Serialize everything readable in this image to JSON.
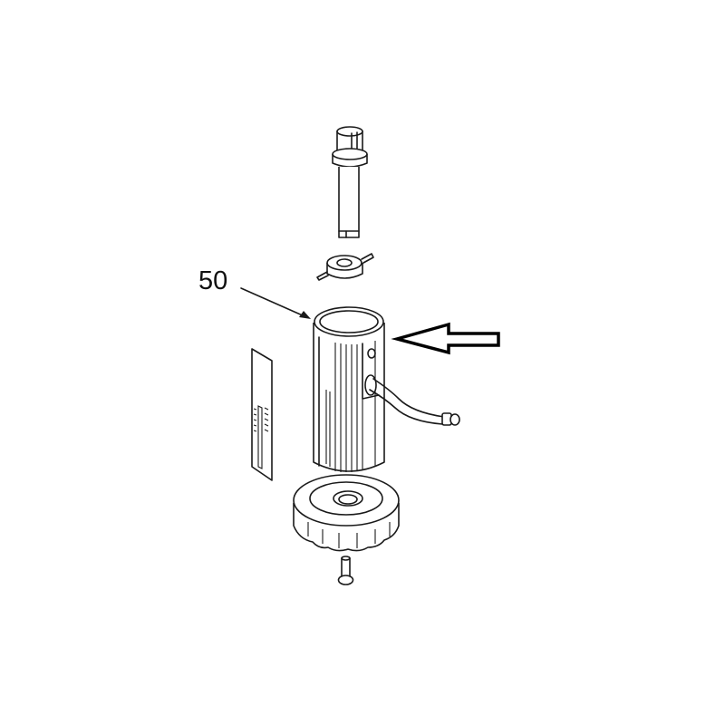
{
  "diagram": {
    "type": "exploded-parts-view",
    "callouts": [
      {
        "number": "50",
        "target": "cylinder-housing"
      }
    ],
    "highlight_arrow": {
      "direction": "left",
      "points_to": "cylinder-housing"
    },
    "parts": [
      "shaft-spindle",
      "locking-collar",
      "cylinder-housing",
      "hose",
      "scale-strip",
      "knurled-knob",
      "screw"
    ],
    "colors": {
      "line": "#1a1a1a",
      "background": "#ffffff"
    }
  }
}
